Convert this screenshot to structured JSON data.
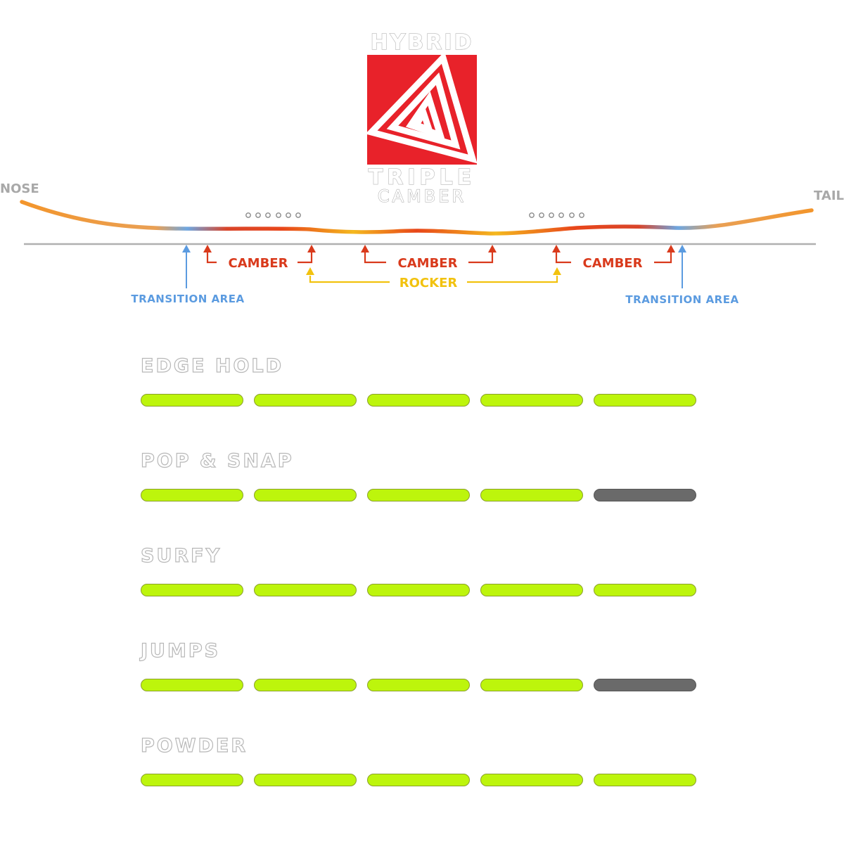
{
  "logo": {
    "top": "HYBRID",
    "middle": "TRIPLE",
    "bottom": "CAMBER",
    "color": "#e8222a"
  },
  "profile": {
    "nose_label": "NOSE",
    "tail_label": "TAIL",
    "camber_label": "CAMBER",
    "rocker_label": "ROCKER",
    "transition_label": "TRANSITION AREA",
    "colors": {
      "camber": "#d93a1c",
      "rocker": "#f2c20f",
      "transition": "#5b9be0",
      "tip": "#f0922a",
      "baseline": "#b0b0b0"
    }
  },
  "ratings": [
    {
      "label": "EDGE HOLD",
      "value": 5,
      "max": 5
    },
    {
      "label": "POP & SNAP",
      "value": 4,
      "max": 5
    },
    {
      "label": "SURFY",
      "value": 5,
      "max": 5
    },
    {
      "label": "JUMPS",
      "value": 4,
      "max": 5
    },
    {
      "label": "POWDER",
      "value": 5,
      "max": 5
    }
  ],
  "rating_colors": {
    "on": "#bdf50c",
    "off": "#6a6a6a"
  }
}
